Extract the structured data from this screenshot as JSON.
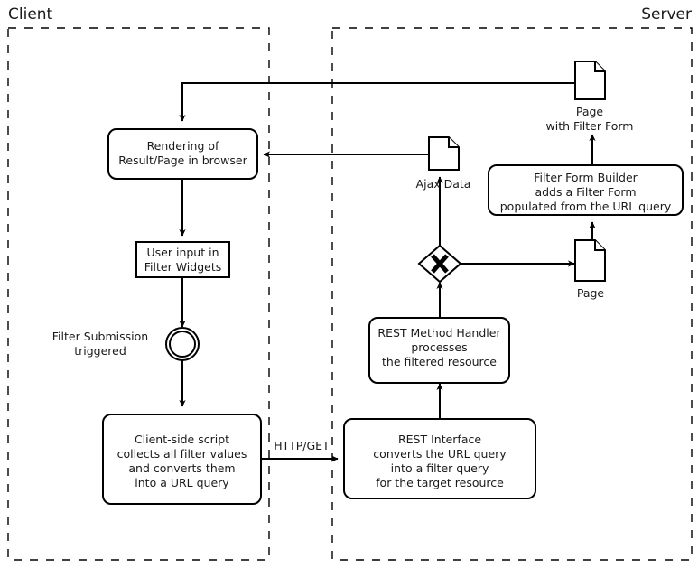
{
  "diagram": {
    "type": "uml-activity-diagram",
    "title": "Client / Server filter request flow",
    "colors": {
      "stroke": "#000000",
      "fill": "#ffffff",
      "text": "#1a1a1a"
    },
    "swimlanes": [
      {
        "id": "client",
        "label": "Client"
      },
      {
        "id": "server",
        "label": "Server"
      }
    ],
    "nodes": {
      "rendering": {
        "kind": "activity",
        "shape": "rounded-rect",
        "lines": [
          "Rendering of",
          "Result/Page in browser"
        ]
      },
      "user_input": {
        "kind": "activity",
        "shape": "rect",
        "lines": [
          "User input in",
          "Filter Widgets"
        ]
      },
      "filter_submission": {
        "kind": "event-circle",
        "shape": "double-circle",
        "label_lines": [
          "Filter Submission",
          "triggered"
        ]
      },
      "client_script": {
        "kind": "activity",
        "shape": "rounded-rect",
        "lines": [
          "Client-side script",
          "collects all filter values",
          "and converts them",
          "into a URL query"
        ]
      },
      "rest_interface": {
        "kind": "activity",
        "shape": "rounded-rect",
        "lines": [
          "REST Interface",
          "converts the URL query",
          "into a filter query",
          "for the target resource"
        ]
      },
      "rest_handler": {
        "kind": "activity",
        "shape": "rounded-rect",
        "lines": [
          "REST Method Handler",
          "processes",
          "the filtered resource"
        ]
      },
      "decision": {
        "kind": "decision",
        "shape": "diamond-with-x",
        "lines": []
      },
      "ajax_data": {
        "kind": "artifact",
        "shape": "document",
        "caption_lines": [
          "Ajax Data"
        ]
      },
      "page": {
        "kind": "artifact",
        "shape": "document",
        "caption_lines": [
          "Page"
        ]
      },
      "page_with_filter_form": {
        "kind": "artifact",
        "shape": "document",
        "caption_lines": [
          "Page",
          "with Filter Form"
        ]
      },
      "filter_form_builder": {
        "kind": "activity",
        "shape": "rounded-rect",
        "lines": [
          "Filter Form Builder",
          "adds a Filter Form",
          "populated from the URL query"
        ]
      }
    },
    "edges": [
      {
        "id": "page-form-to-rendering",
        "from": "page_with_filter_form",
        "to": "rendering",
        "label": ""
      },
      {
        "id": "rendering-to-user-input",
        "from": "rendering",
        "to": "user_input",
        "label": ""
      },
      {
        "id": "user-input-to-submission",
        "from": "user_input",
        "to": "filter_submission",
        "label": ""
      },
      {
        "id": "submission-to-client-script",
        "from": "filter_submission",
        "to": "client_script",
        "label": ""
      },
      {
        "id": "client-script-to-rest-interface",
        "from": "client_script",
        "to": "rest_interface",
        "label": "HTTP/GET"
      },
      {
        "id": "rest-interface-to-handler",
        "from": "rest_interface",
        "to": "rest_handler",
        "label": ""
      },
      {
        "id": "handler-to-decision",
        "from": "rest_handler",
        "to": "decision",
        "label": ""
      },
      {
        "id": "decision-to-ajax-data",
        "from": "decision",
        "to": "ajax_data",
        "label": ""
      },
      {
        "id": "decision-to-page",
        "from": "decision",
        "to": "page",
        "label": ""
      },
      {
        "id": "ajax-data-to-rendering",
        "from": "ajax_data",
        "to": "rendering",
        "label": ""
      },
      {
        "id": "page-to-filter-form-builder",
        "from": "page",
        "to": "filter_form_builder",
        "label": ""
      },
      {
        "id": "builder-to-page-with-form",
        "from": "filter_form_builder",
        "to": "page_with_filter_form",
        "label": ""
      }
    ]
  }
}
